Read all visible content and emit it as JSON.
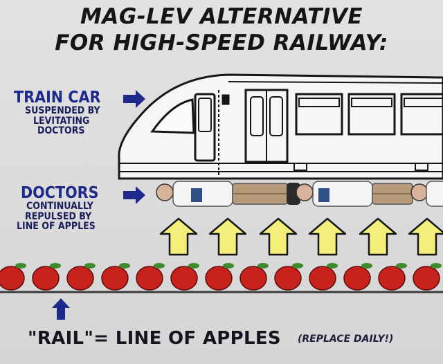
{
  "title_line1": "MAG-LEV ALTERNATIVE",
  "title_line2": "FOR HIGH-SPEED RAILWAY:",
  "train_label": {
    "head": "TRAIN CAR",
    "sub_lines": [
      "SUSPENDED BY",
      "LEVITATING",
      "DOCTORS"
    ]
  },
  "doctors_label": {
    "head": "DOCTORS",
    "sub_lines": [
      "CONTINUALLY",
      "REPULSED BY",
      "LINE OF APPLES"
    ]
  },
  "rail_caption": "\"RAIL\"= LINE OF APPLES",
  "rail_note": "(REPLACE DAILY!)",
  "colors": {
    "label_blue": "#1d2a8c",
    "arrow_yellow": "#f3ef7a",
    "apple_red": "#c8221d",
    "leaf_green": "#3f8a2d"
  }
}
